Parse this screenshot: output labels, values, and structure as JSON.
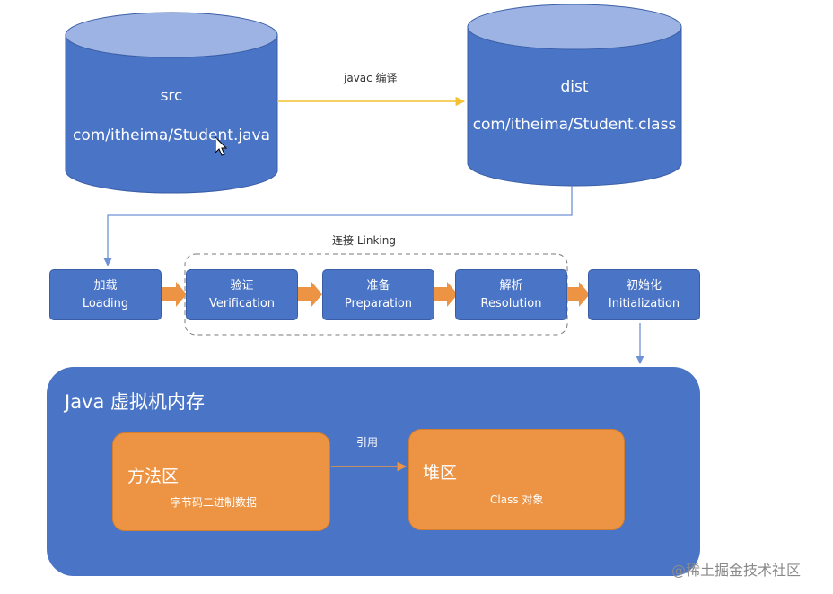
{
  "source_db": {
    "line1": "src",
    "line2": "com/itheima/Student.java"
  },
  "compile_label": "javac 编译",
  "dist_db": {
    "line1": "dist",
    "line2": "com/itheima/Student.class"
  },
  "linking_label": "连接 Linking",
  "steps": [
    {
      "zh": "加载",
      "en": "Loading"
    },
    {
      "zh": "验证",
      "en": "Verification"
    },
    {
      "zh": "准备",
      "en": "Preparation"
    },
    {
      "zh": "解析",
      "en": "Resolution"
    },
    {
      "zh": "初始化",
      "en": "Initialization"
    }
  ],
  "memory": {
    "title": "Java 虚拟机内存",
    "method_area": {
      "title": "方法区",
      "sub": "字节码二进制数据"
    },
    "ref_label": "引用",
    "heap": {
      "title": "堆区",
      "sub": "Class 对象"
    }
  },
  "watermark": "@稀土掘金技术社区",
  "colors": {
    "cylinder_body": "#4a74c6",
    "cylinder_top": "#9db3e3",
    "step_box": "#4a74c6",
    "arrow_orange": "#ec9444",
    "compile_arrow": "#f2c230",
    "connector_blue": "#6f92d6",
    "memory_bg": "#4a74c6",
    "area_fill": "#ec9444"
  }
}
